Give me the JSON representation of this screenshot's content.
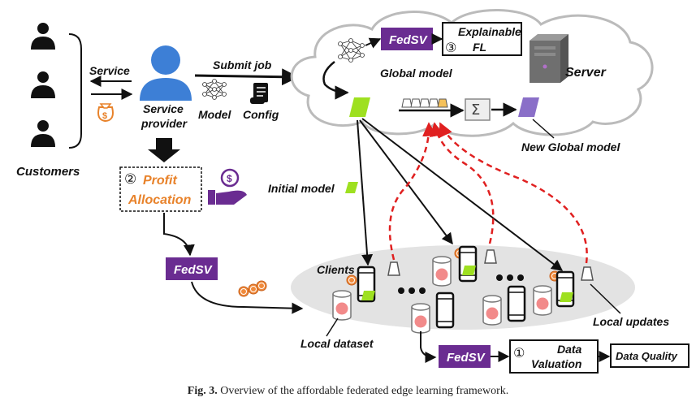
{
  "labels": {
    "service": "Service",
    "service_provider_line1": "Service",
    "service_provider_line2": "provider",
    "submit_job": "Submit job",
    "model": "Model",
    "config": "Config",
    "customers": "Customers",
    "profit_num": "②",
    "profit_line1": "Profit",
    "profit_line2": "Allocation",
    "fedsv": "FedSV",
    "explainable_num": "③",
    "explainable_line1": "Explainable",
    "explainable_line2": "FL",
    "global_model": "Global model",
    "server": "Server",
    "sigma": "Σ",
    "new_global_model": "New Global model",
    "initial_model": "Initial model",
    "clients": "Clients",
    "local_updates": "Local updates",
    "local_dataset": "Local dataset",
    "data_valuation_num": "①",
    "data_valuation_line1": "Data",
    "data_valuation_line2": "Valuation",
    "data_quality": "Data Quality",
    "dollar": "$"
  },
  "caption": {
    "prefix": "Fig. 3.",
    "text": "Overview of the affordable federated edge learning framework."
  },
  "colors": {
    "fedsv_purple": "#6a2c91",
    "model_green": "#9ee020",
    "new_model_purple": "#8a6fc8",
    "upload_red": "#e02020",
    "provider_blue": "#3d7fd6",
    "profit_orange": "#e8822a",
    "coin_orange": "#f08a3c",
    "cloud_gray": "#bbbbbb",
    "client_area": "#e3e3e3"
  }
}
